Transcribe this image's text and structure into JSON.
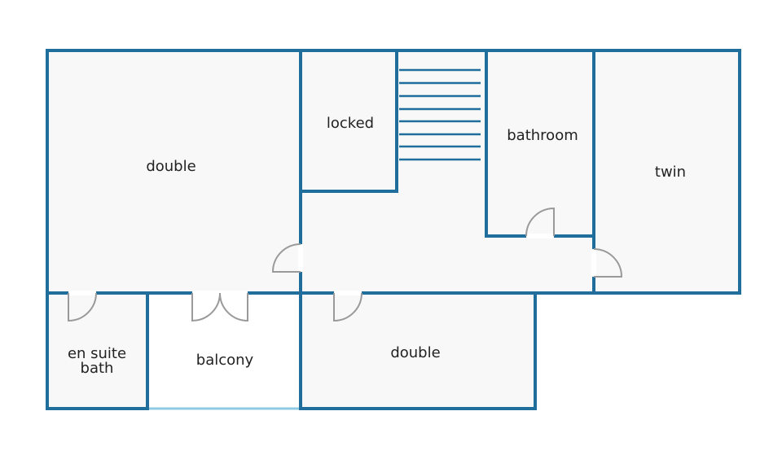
{
  "colors": {
    "wall": "#1f6e9c",
    "balcony_rail": "#8ccbe3"
  },
  "rooms": {
    "double_left": "double",
    "locked": "locked",
    "bathroom": "bathroom",
    "twin": "twin",
    "en_suite_line1": "en suite",
    "en_suite_line2": "bath",
    "balcony": "balcony",
    "double_bottom": "double"
  }
}
